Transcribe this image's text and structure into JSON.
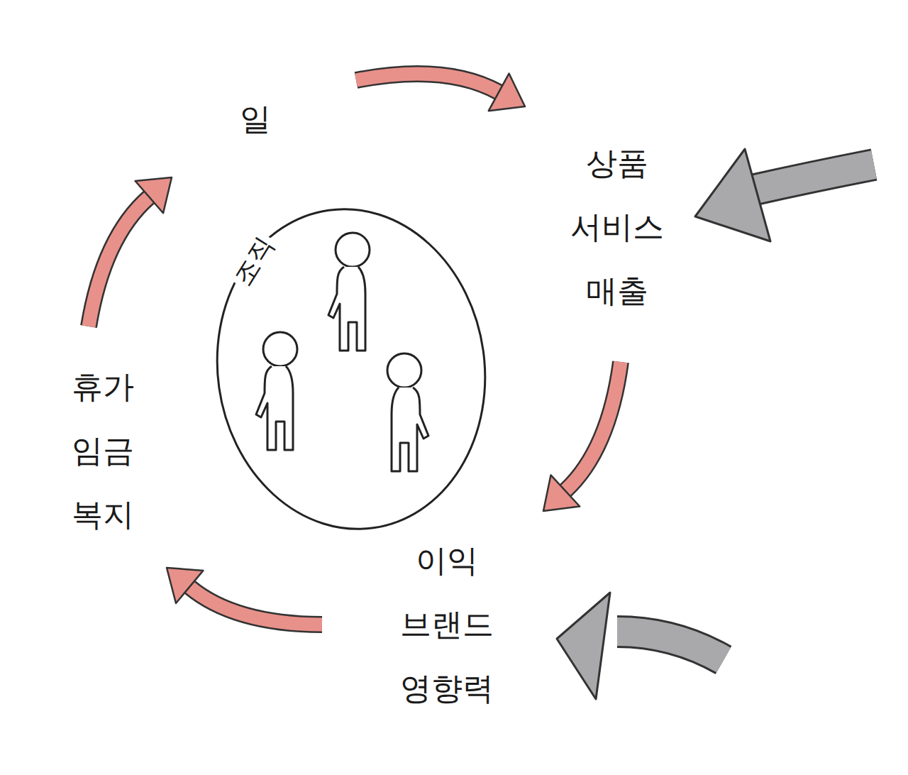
{
  "diagram": {
    "nodes": [
      {
        "text": [
          "일"
        ]
      },
      {
        "text": [
          "상품",
          "서비스",
          "매출"
        ]
      },
      {
        "text": [
          "조직"
        ]
      },
      {
        "text": [
          "휴가",
          "임금",
          "복지"
        ]
      },
      {
        "text": [
          "이익",
          "브랜드",
          "영향력"
        ]
      }
    ],
    "edges": [
      {
        "from": 0,
        "to": 1,
        "arrow": "to"
      },
      {
        "from": 1,
        "to": 4,
        "arrow": "to"
      },
      {
        "from": 4,
        "to": 3,
        "arrow": "to"
      },
      {
        "from": 3,
        "to": 0,
        "arrow": "to"
      }
    ]
  }
}
